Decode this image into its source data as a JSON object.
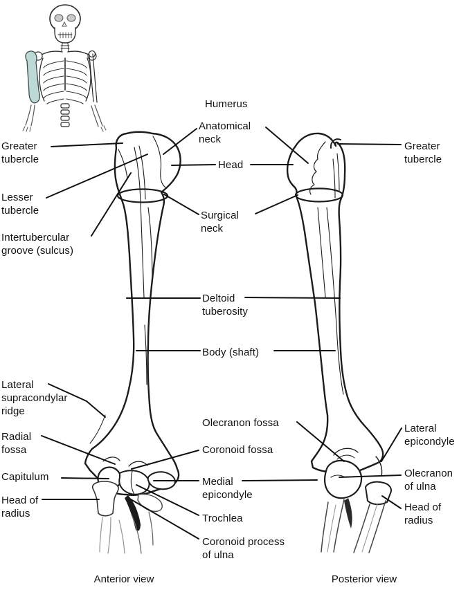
{
  "figure": {
    "title": "Humerus",
    "type": "anatomical-diagram",
    "colors": {
      "line": "#1a1a1a",
      "background": "#ffffff",
      "inset_highlight": "#bcd9d5",
      "eye_socket": "#c9c9c9"
    },
    "views": {
      "anterior": "Anterior view",
      "posterior": "Posterior view"
    }
  },
  "labels": {
    "humerus": "Humerus",
    "greater_tubercle": "Greater\ntubercle",
    "lesser_tubercle": "Lesser\ntubercle",
    "intertubercular_groove": "Intertubercular\ngroove (sulcus)",
    "anatomical_neck": "Anatomical\nneck",
    "head": "Head",
    "surgical_neck": "Surgical\nneck",
    "deltoid_tuberosity": "Deltoid\ntuberosity",
    "body_shaft": "Body (shaft)",
    "lateral_supracondylar_ridge": "Lateral\nsupracondylar\nridge",
    "radial_fossa": "Radial\nfossa",
    "capitulum": "Capitulum",
    "head_of_radius": "Head of\nradius",
    "olecranon_fossa": "Olecranon fossa",
    "coronoid_fossa": "Coronoid fossa",
    "medial_epicondyle": "Medial\nepicondyle",
    "trochlea": "Trochlea",
    "coronoid_process_of_ulna": "Coronoid process\nof ulna",
    "lateral_epicondyle": "Lateral\nepicondyle",
    "olecranon_of_ulna": "Olecranon\nof ulna",
    "anterior_view": "Anterior view",
    "posterior_view": "Posterior view"
  }
}
